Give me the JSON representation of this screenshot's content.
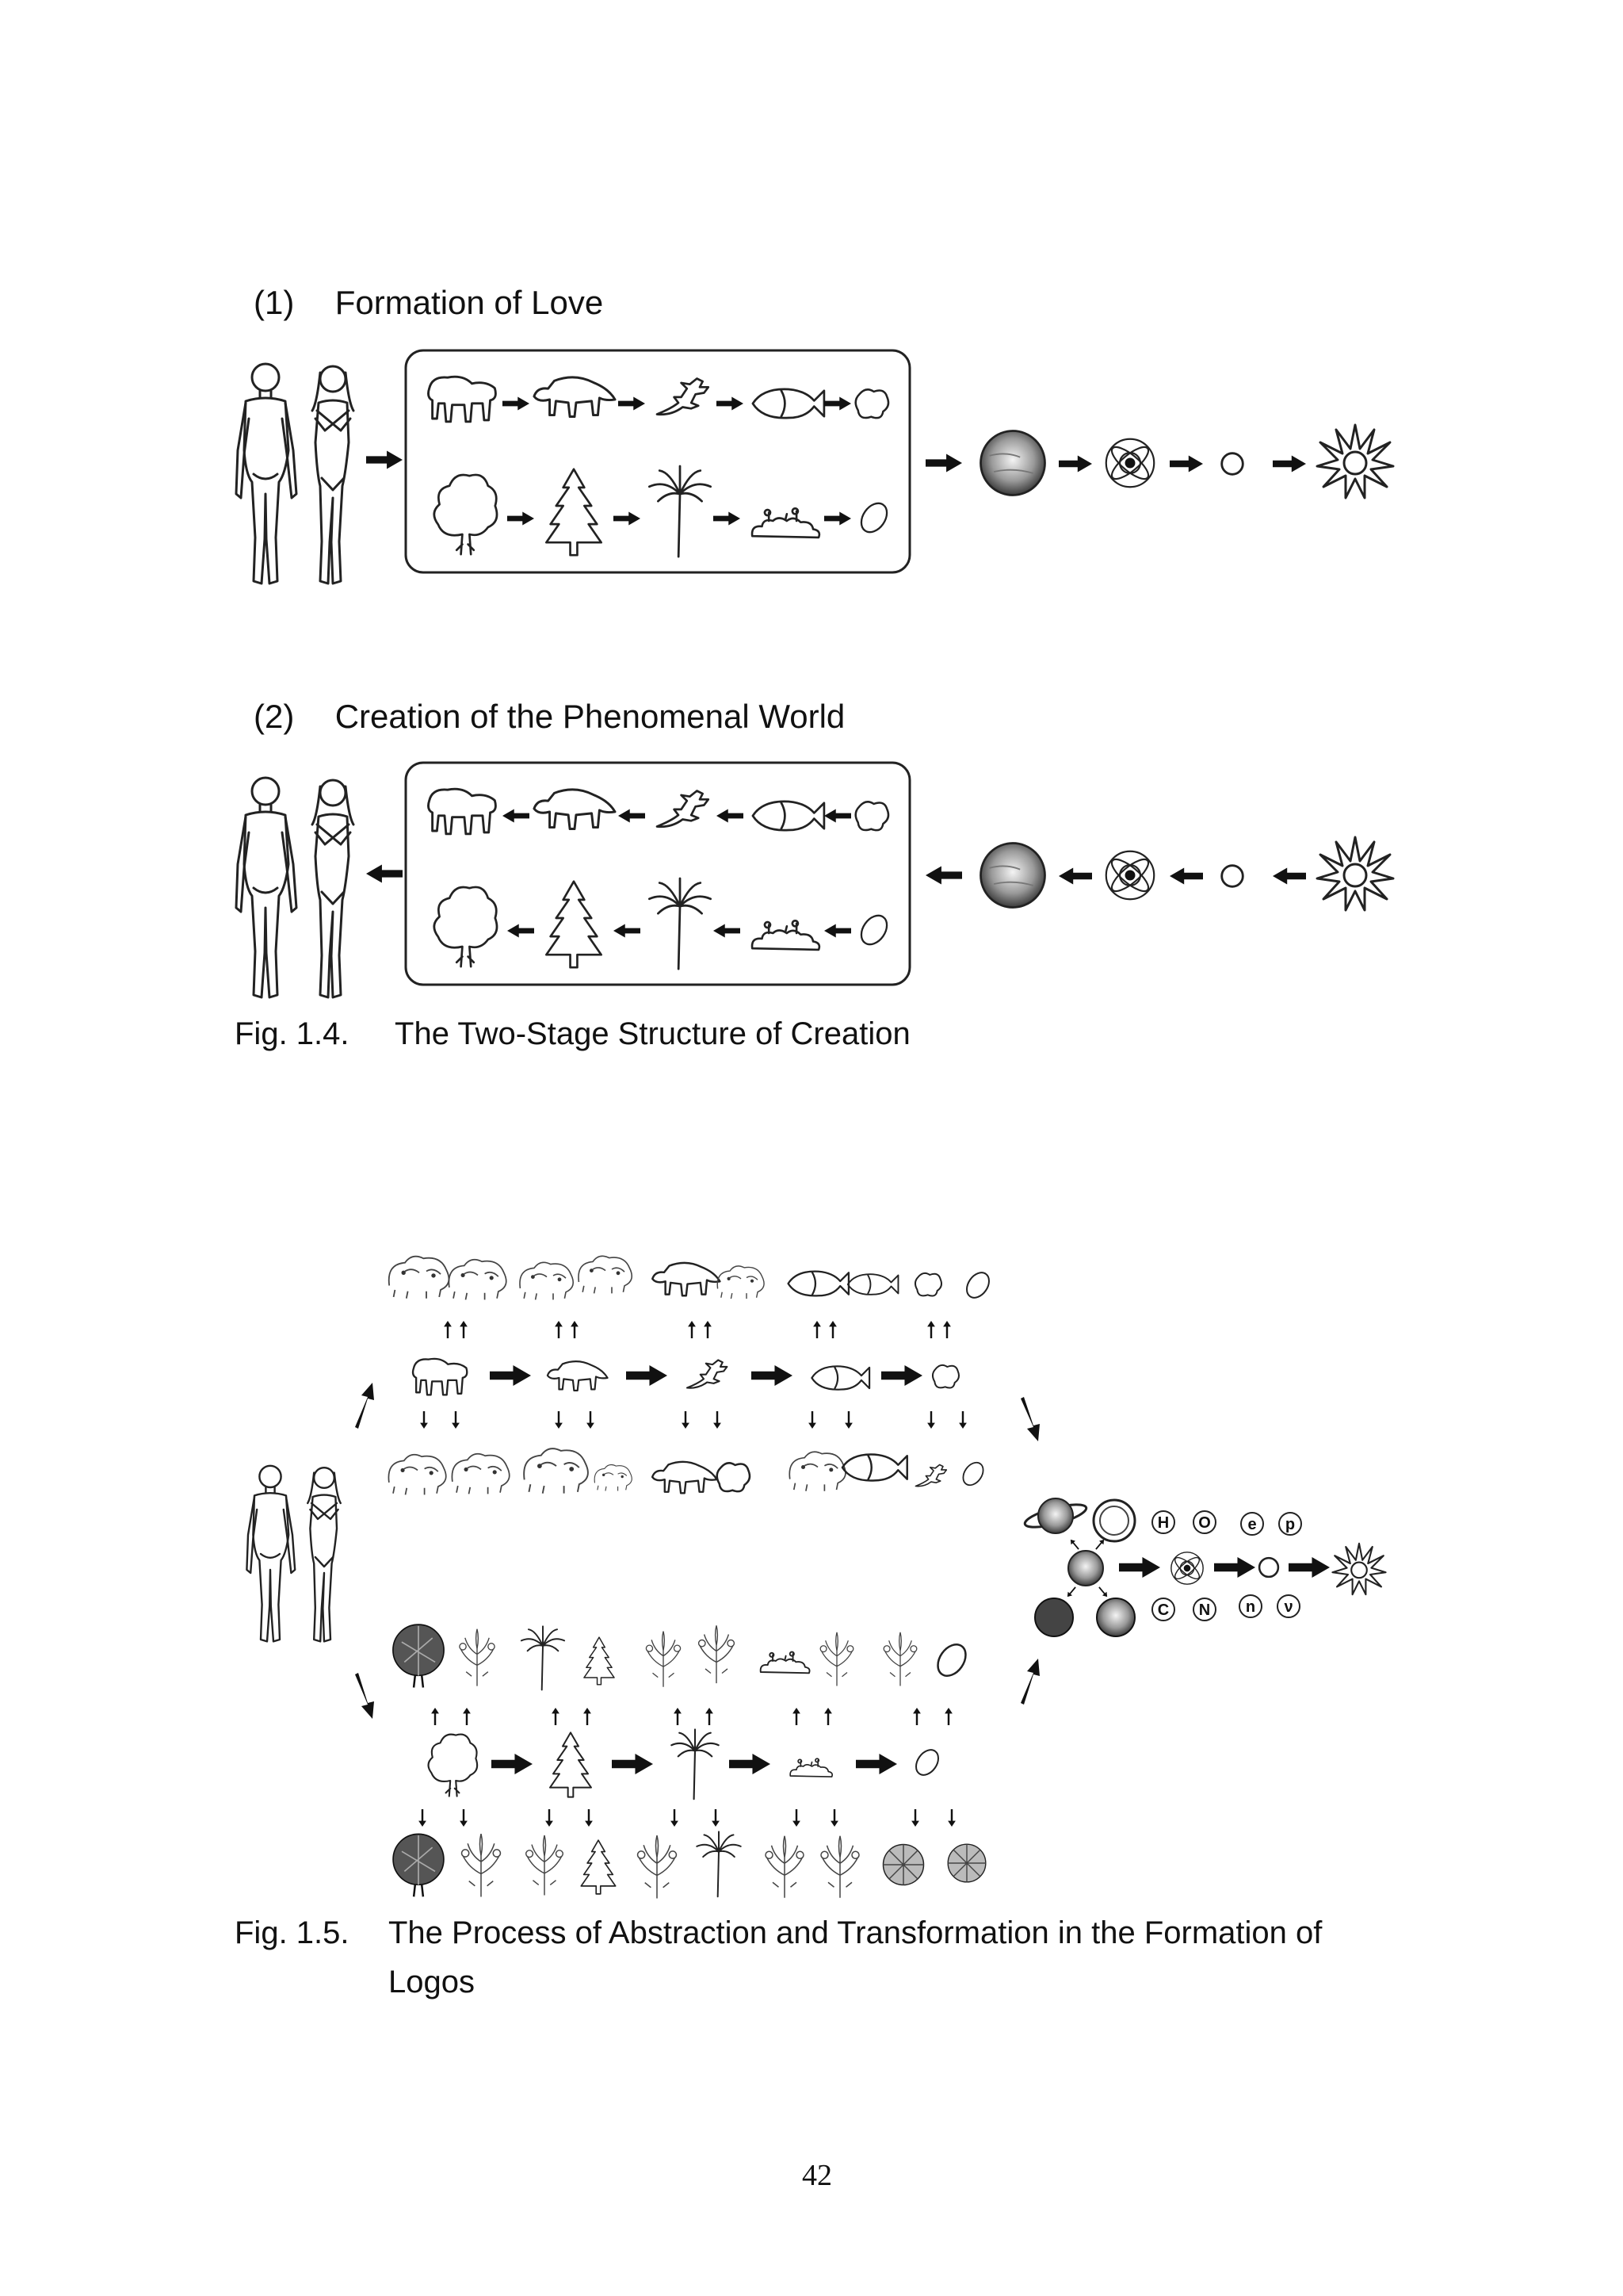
{
  "section1": {
    "number": "(1)",
    "title": "Formation of Love"
  },
  "section2": {
    "number": "(2)",
    "title": "Creation of the Phenomenal World"
  },
  "fig14": {
    "label": "Fig. 1.4.",
    "caption": "The Two-Stage Structure of Creation"
  },
  "fig15": {
    "label": "Fig. 1.5.",
    "caption_line1": "The Process of Abstraction and Transformation in the Formation of",
    "caption_line2": "Logos",
    "particles": [
      "H",
      "O",
      "e",
      "p",
      "C",
      "N",
      "n",
      "ν"
    ]
  },
  "page_number": "42",
  "icons": {
    "people": "adam-and-eve-figures",
    "animals": [
      "mammal",
      "reptile",
      "lizard",
      "fish",
      "protozoan"
    ],
    "plants": [
      "broadleaf-tree",
      "conifer",
      "palm",
      "moss",
      "cell"
    ],
    "cosmic": [
      "planet",
      "atom",
      "particle",
      "big-bang"
    ]
  }
}
